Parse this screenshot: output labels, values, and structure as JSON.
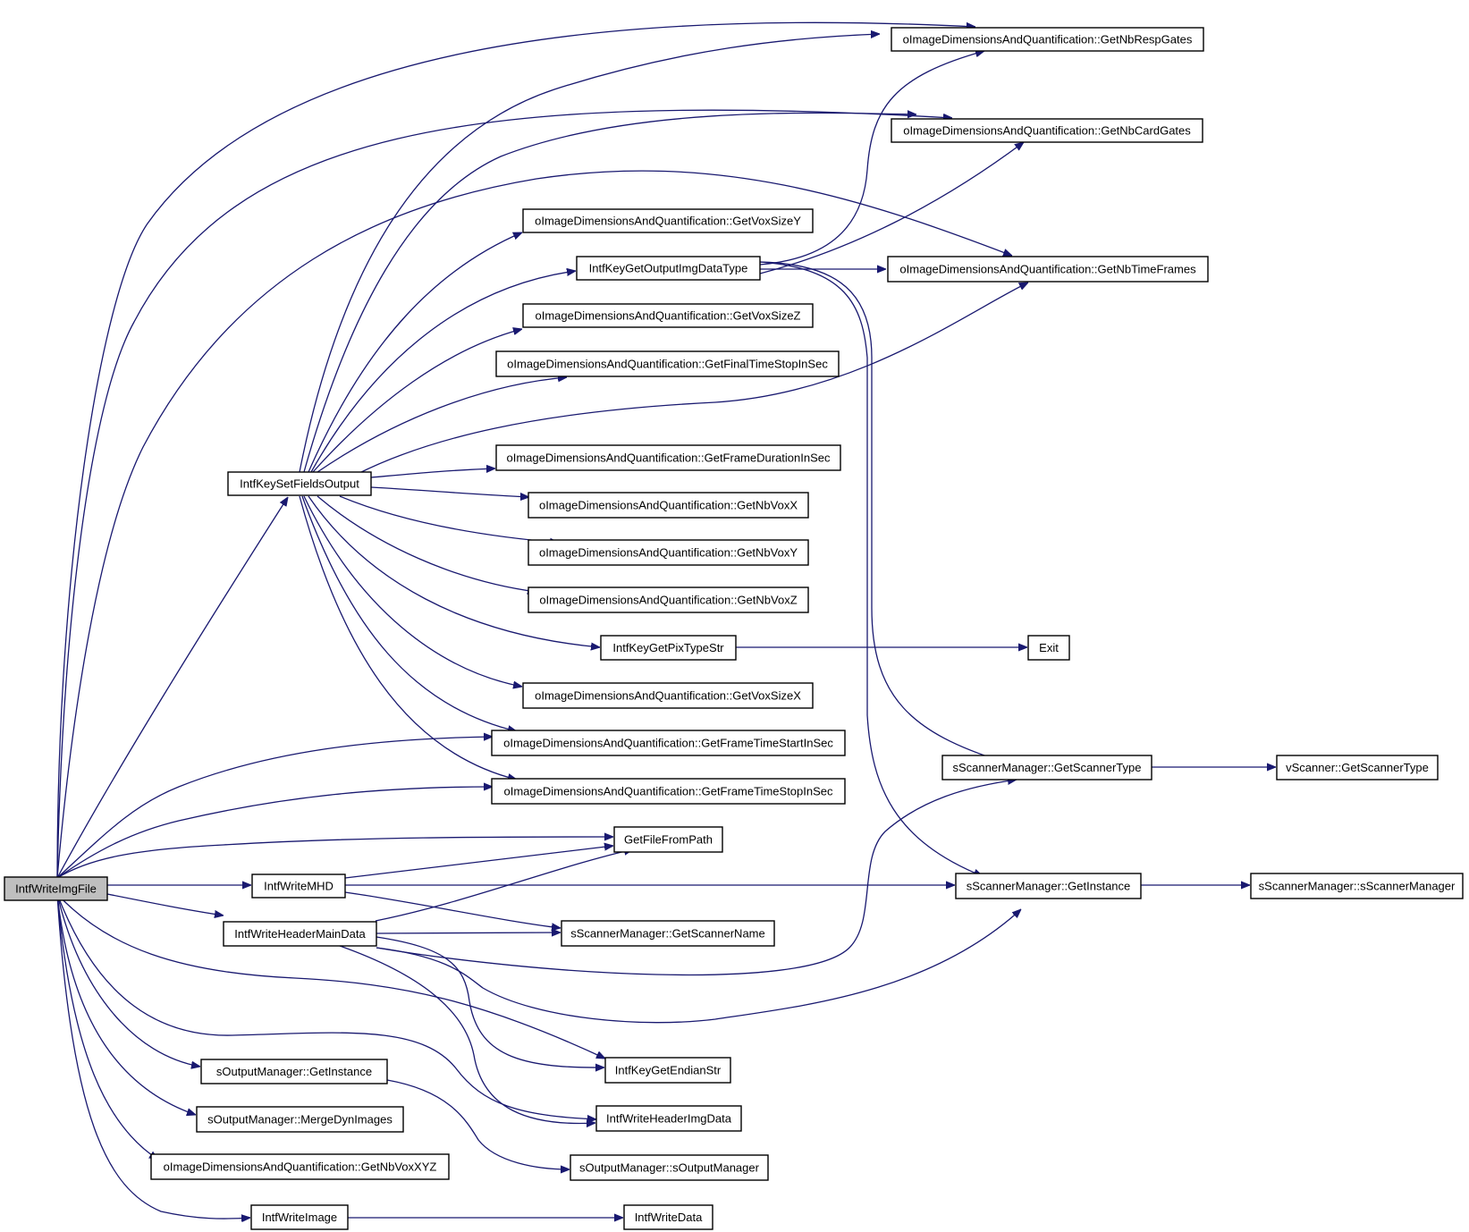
{
  "colors": {
    "edge": "#191970",
    "root_fill": "#bfbfbf",
    "node_fill": "#ffffff",
    "border": "#000000"
  },
  "nodes": {
    "root": "IntfWriteImgFile",
    "get_nb_resp_gates": "oImageDimensionsAndQuantification::GetNbRespGates",
    "get_nb_card_gates": "oImageDimensionsAndQuantification::GetNbCardGates",
    "get_vox_size_y": "oImageDimensionsAndQuantification::GetVoxSizeY",
    "intf_key_get_output_img_data_type": "IntfKeyGetOutputImgDataType",
    "get_nb_time_frames": "oImageDimensionsAndQuantification::GetNbTimeFrames",
    "get_vox_size_z": "oImageDimensionsAndQuantification::GetVoxSizeZ",
    "get_final_time_stop_in_sec": "oImageDimensionsAndQuantification::GetFinalTimeStopInSec",
    "intf_key_set_fields_output": "IntfKeySetFieldsOutput",
    "get_frame_duration_in_sec": "oImageDimensionsAndQuantification::GetFrameDurationInSec",
    "get_nb_vox_x": "oImageDimensionsAndQuantification::GetNbVoxX",
    "get_nb_vox_y": "oImageDimensionsAndQuantification::GetNbVoxY",
    "get_nb_vox_z": "oImageDimensionsAndQuantification::GetNbVoxZ",
    "intf_key_get_pix_type_str": "IntfKeyGetPixTypeStr",
    "exit": "Exit",
    "get_vox_size_x": "oImageDimensionsAndQuantification::GetVoxSizeX",
    "get_frame_time_start_in_sec": "oImageDimensionsAndQuantification::GetFrameTimeStartInSec",
    "get_frame_time_stop_in_sec": "oImageDimensionsAndQuantification::GetFrameTimeStopInSec",
    "scanner_manager_get_scanner_type": "sScannerManager::GetScannerType",
    "vscanner_get_scanner_type": "vScanner::GetScannerType",
    "get_file_from_path": "GetFileFromPath",
    "intf_write_mhd": "IntfWriteMHD",
    "scanner_manager_get_instance": "sScannerManager::GetInstance",
    "scanner_manager_ctor": "sScannerManager::sScannerManager",
    "intf_write_header_main_data": "IntfWriteHeaderMainData",
    "scanner_manager_get_scanner_name": "sScannerManager::GetScannerName",
    "intf_key_get_endian_str": "IntfKeyGetEndianStr",
    "output_manager_get_instance": "sOutputManager::GetInstance",
    "intf_write_header_img_data": "IntfWriteHeaderImgData",
    "output_manager_merge_dyn_images": "sOutputManager::MergeDynImages",
    "get_nb_vox_xyz": "oImageDimensionsAndQuantification::GetNbVoxXYZ",
    "output_manager_ctor": "sOutputManager::sOutputManager",
    "intf_write_image": "IntfWriteImage",
    "intf_write_data": "IntfWriteData"
  }
}
